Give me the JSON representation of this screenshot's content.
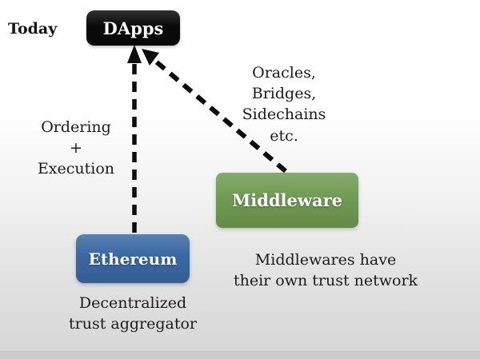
{
  "slide": {
    "today_label": "Today",
    "nodes": {
      "dapps": {
        "label": "DApps",
        "color": "#0a0a0a"
      },
      "middleware": {
        "label": "Middleware",
        "color": "#6f9b52"
      },
      "ethereum": {
        "label": "Ethereum",
        "color": "#3a68a4"
      }
    },
    "annotations": {
      "ordering_execution": "Ordering\n+\nExecution",
      "oracles_bridges": "Oracles,\nBridges,\nSidechains\netc.",
      "middleware_note": "Middlewares have\ntheir own trust network",
      "ethereum_note": "Decentralized\ntrust aggregator"
    },
    "arrows": {
      "ethereum_to_dapps": {
        "from": "Ethereum",
        "to": "DApps",
        "style": "dashed",
        "color": "#0c0c0c"
      },
      "middleware_to_dapps": {
        "from": "Middleware",
        "to": "DApps",
        "style": "dashed",
        "color": "#0c0c0c"
      }
    }
  }
}
